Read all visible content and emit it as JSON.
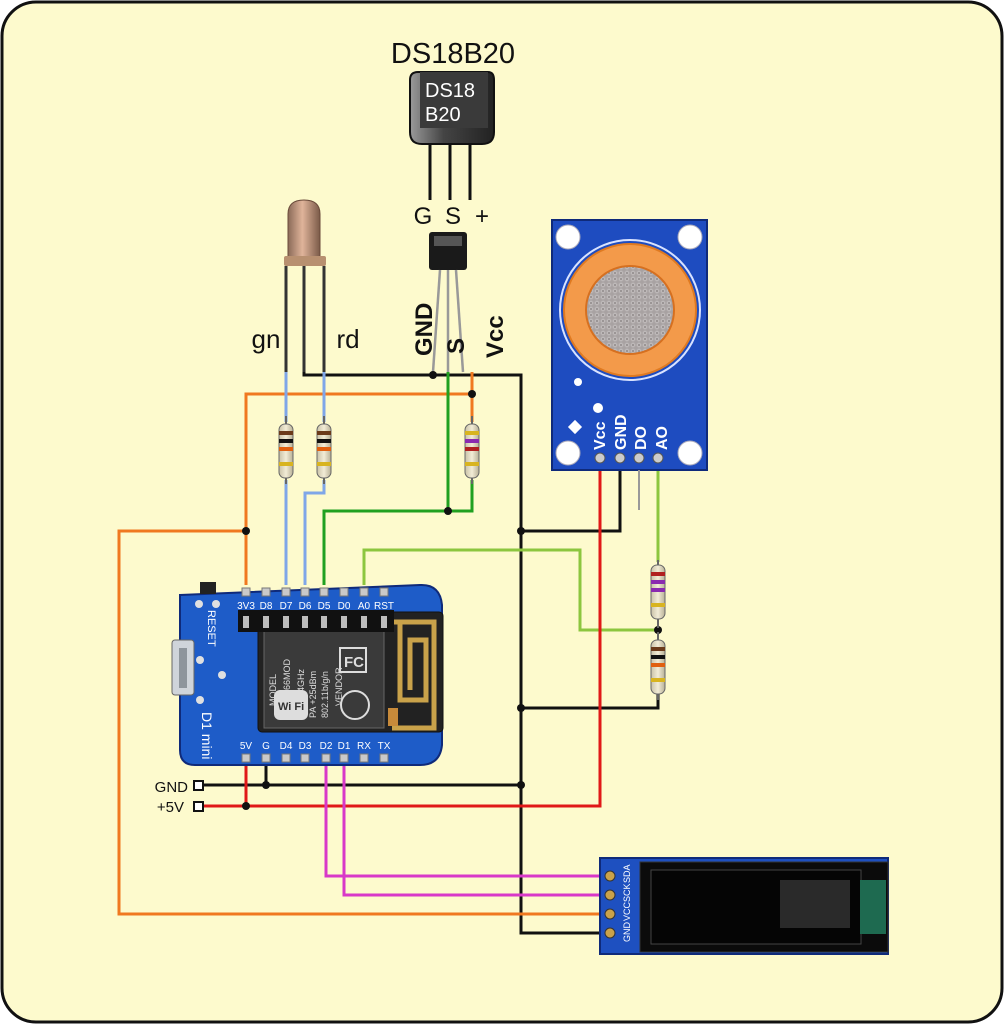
{
  "sensor": {
    "title": "DS18B20",
    "chip_line1": "DS18",
    "chip_line2": "B20",
    "pin_g": "G",
    "pin_s": "S",
    "pin_plus": "+",
    "pin_gnd": "GND",
    "pin_s_big": "S",
    "pin_vcc": "Vcc"
  },
  "led": {
    "gn_label": "gn",
    "rd_label": "rd"
  },
  "gas_sensor": {
    "pins": [
      "Vcc",
      "GND",
      "DO",
      "AO"
    ]
  },
  "wemos": {
    "top_pins": [
      "3V3",
      "D8",
      "D7",
      "D6",
      "D5",
      "D0",
      "A0",
      "RST"
    ],
    "bottom_pins": [
      "5V",
      "G",
      "D4",
      "D3",
      "D2",
      "D1",
      "RX",
      "TX"
    ],
    "reset_label": "RESET",
    "board_label": "D1 mini",
    "module_model": "ESP8266MOD",
    "module_vendor": "VENDOR",
    "model_word": "MODEL",
    "ism": "ISM 2.4GHz",
    "pa": "PA +25dBm",
    "standard": "802.11b/g/n",
    "wifi": "Wi Fi"
  },
  "power": {
    "gnd_label": "GND",
    "v5_label": "+5V"
  },
  "oled": {
    "pins": [
      "SDA",
      "SCK",
      "VCC",
      "GND"
    ]
  },
  "colors": {
    "background": "#fdfacd",
    "board_blue": "#1e5cc8",
    "wire_black": "#000000",
    "wire_orange": "#f07820",
    "wire_red": "#e01818",
    "wire_green": "#20a020",
    "wire_lightgreen": "#8cc63e",
    "wire_magenta": "#d838c8",
    "wire_blue": "#7fa6e8"
  }
}
